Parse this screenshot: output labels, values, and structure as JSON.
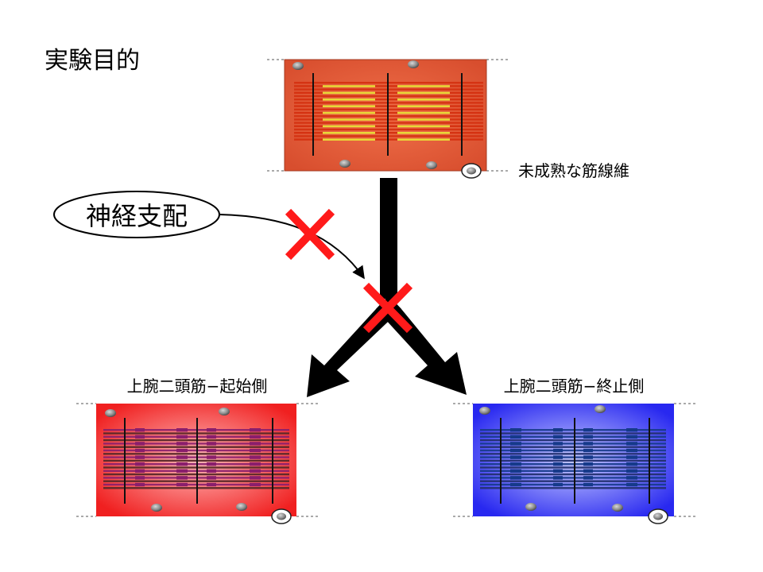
{
  "slide": {
    "title": "実験目的"
  },
  "top_fiber": {
    "label": "未成熟な筋線維",
    "colors": {
      "body_center": "#f0704a",
      "body_edge": "#d84e2e",
      "filament_thick": "#d43010",
      "filament_thin": "#e8d838"
    }
  },
  "innervation": {
    "label": "神経支配"
  },
  "bottom_left_fiber": {
    "label": "上腕二頭筋−起始側",
    "colors": {
      "body_center": "#ffbcbc",
      "body_edge": "#f02020",
      "filament_thick": "#8a1e6c",
      "filament_thin": "#5a2828"
    }
  },
  "bottom_right_fiber": {
    "label": "上腕二頭筋−終止側",
    "colors": {
      "body_center": "#c8ccff",
      "body_edge": "#2828f0",
      "filament_thick": "#163a8a",
      "filament_thin": "#233070"
    }
  },
  "markers": {
    "cross_color": "#ff1a1a"
  }
}
